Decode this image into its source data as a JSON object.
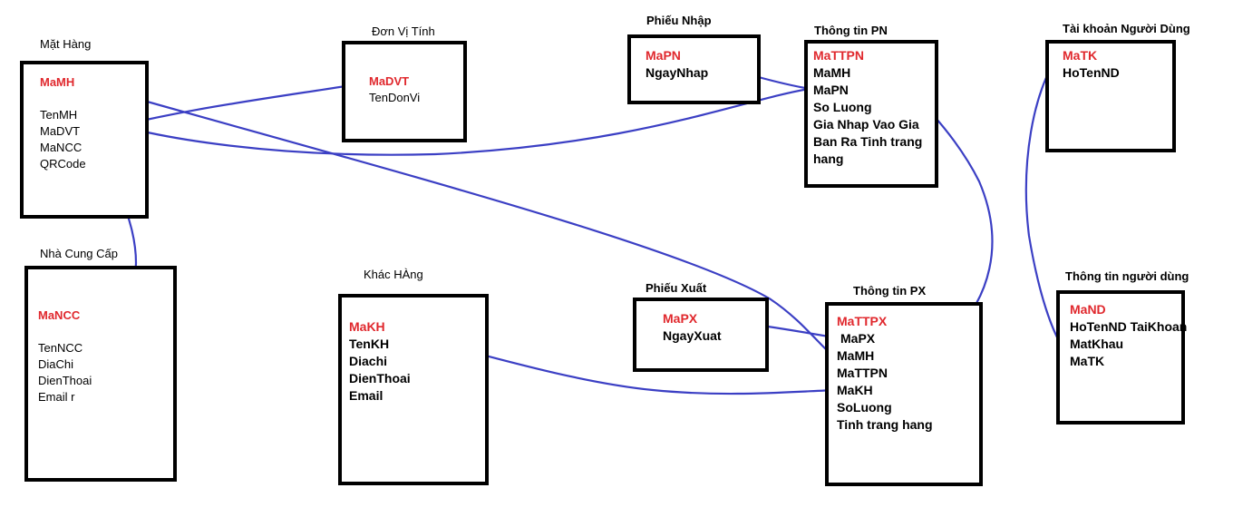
{
  "entities": {
    "mathang": {
      "title": "Mặt Hàng",
      "key": "MaMH",
      "fields": [
        "TenMH",
        "MaDVT",
        "MaNCC",
        "QRCode"
      ]
    },
    "donvitinh": {
      "title": "Đơn Vị Tính",
      "key": "MaDVT",
      "fields": [
        "TenDonVi"
      ]
    },
    "phieunhap": {
      "title": "Phiếu Nhập",
      "key": "MaPN",
      "fields": [
        "NgayNhap"
      ]
    },
    "thongtinpn": {
      "title": "Thông tin PN",
      "key": "MaTTPN",
      "fields": [
        "MaMH",
        "MaPN",
        "So Luong",
        "Gia Nhap Vao Gia",
        "Ban Ra Tinh trang",
        "hang"
      ]
    },
    "taikhoan": {
      "title": "Tài khoản Người Dùng",
      "key": "MaTK",
      "fields": [
        "HoTenND"
      ]
    },
    "nhacungcap": {
      "title": "Nhà Cung Cấp",
      "key": "MaNCC",
      "fields": [
        "TenNCC",
        "DiaChi",
        "DienThoai",
        "Email r"
      ]
    },
    "khachhang": {
      "title": "Khác HÀng",
      "key": "MaKH",
      "fields": [
        "TenKH",
        "Diachi",
        "DienThoai",
        "Email"
      ]
    },
    "phieuxuat": {
      "title": "Phiếu Xuất",
      "key": "MaPX",
      "fields": [
        "NgayXuat"
      ]
    },
    "thongtinpx": {
      "title": "Thông tin PX",
      "key": "MaTTPX",
      "fields": [
        "MaPX",
        "MaMH",
        "MaTTPN",
        "MaKH",
        "SoLuong",
        "Tinh trang hang"
      ]
    },
    "thongtinnd": {
      "title": "Thông tin người dùng",
      "key": "MaND",
      "fields": [
        "HoTenND TaiKhoan",
        "MatKhau",
        "MaTK"
      ]
    }
  },
  "colors": {
    "key_text": "#e0282d",
    "link_line": "#3b3fc4",
    "box_border": "#000000"
  }
}
